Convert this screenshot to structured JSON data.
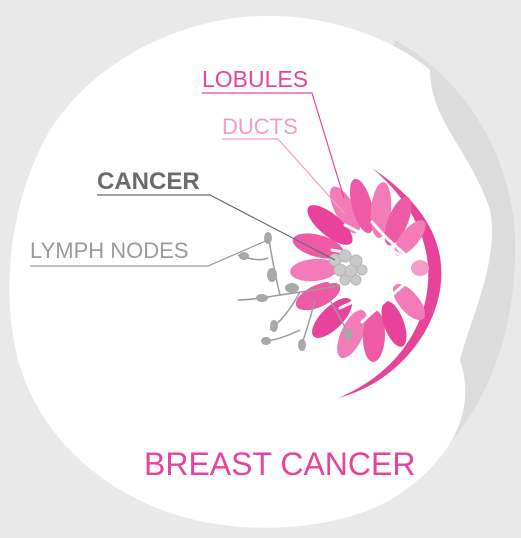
{
  "labels": {
    "lobules": "LOBULES",
    "ducts": "DUCTS",
    "cancer": "CANCER",
    "lymph_nodes": "LYMPH NODES"
  },
  "title": "BREAST CANCER",
  "colors": {
    "background": "#e9e9ea",
    "backdrop_blob": "#dcdcdd",
    "circle": "#ffffff",
    "lobules": "#e8439b",
    "ducts": "#f29cc8",
    "cancer": "#6b6b6b",
    "lymph_nodes": "#9b9b9b",
    "lobe_fill": "#ee5aa6",
    "lobe_fill_dark": "#e0449a",
    "tumor": "#c9c9c9"
  }
}
